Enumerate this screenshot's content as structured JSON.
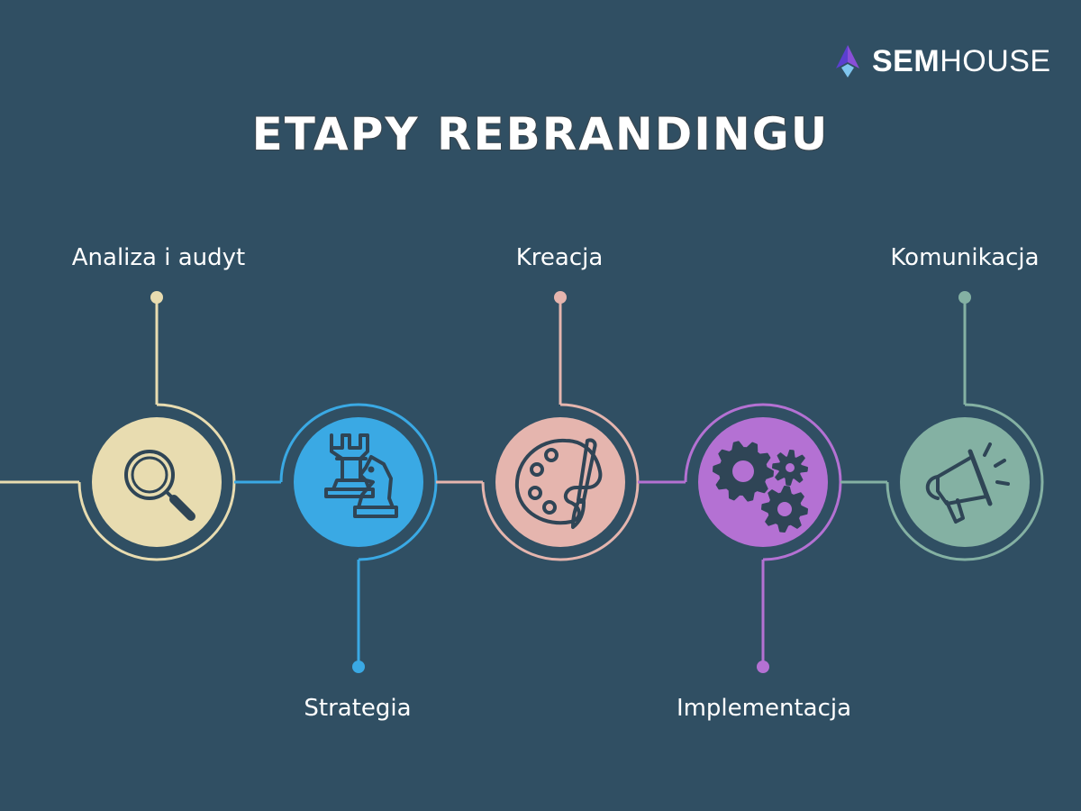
{
  "brand": {
    "name_bold": "SEM",
    "name_light": "HOUSE"
  },
  "title": "ETAPY REBRANDINGU",
  "steps": [
    {
      "label": "Analiza i audyt",
      "icon": "magnifier-icon",
      "color": "#e8dcb0",
      "position": "top"
    },
    {
      "label": "Strategia",
      "icon": "chess-icon",
      "color": "#3aa9e4",
      "position": "bottom"
    },
    {
      "label": "Kreacja",
      "icon": "palette-icon",
      "color": "#e5b5ae",
      "position": "top"
    },
    {
      "label": "Implementacja",
      "icon": "gears-icon",
      "color": "#b471d3",
      "position": "bottom"
    },
    {
      "label": "Komunikacja",
      "icon": "megaphone-icon",
      "color": "#84b1a3",
      "position": "top"
    }
  ],
  "colors": {
    "background": "#304f63",
    "icon_stroke": "#2f4556"
  }
}
